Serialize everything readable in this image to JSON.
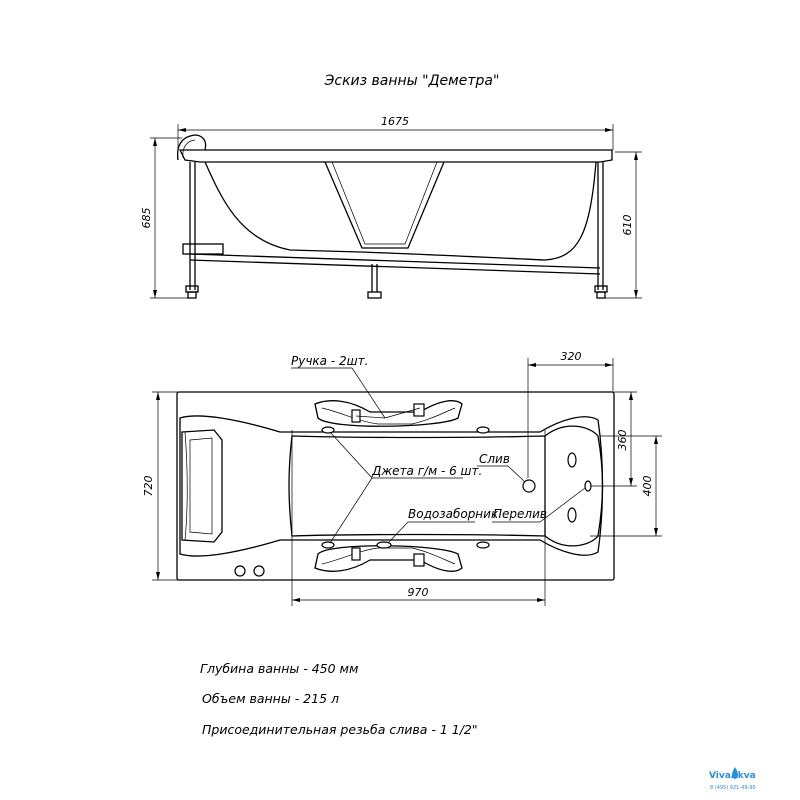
{
  "title": "Эскиз ванны \"Деметра\"",
  "dimensions": {
    "length": "1675",
    "height_total": "685",
    "height_frame": "610",
    "width": "720",
    "drain_offset_x": "320",
    "drain_offset_y": "360",
    "overflow_offset": "400",
    "inner_length": "970"
  },
  "labels": {
    "handles": "Ручка - 2шт.",
    "jets": "Джета г/м - 6 шт.",
    "drain": "Слив",
    "intake": "Водозаборник",
    "overflow": "Перелив"
  },
  "specs": {
    "depth": "Глубина ванны - 450 мм",
    "volume": "Объем ванны -  215 л",
    "thread": "Присоединительная резьба слива - 1 1/2\""
  },
  "logo": {
    "brand": "VivaAkva",
    "phone": "8 (495) 921-49-90",
    "brand_color": "#2a8fd6"
  }
}
